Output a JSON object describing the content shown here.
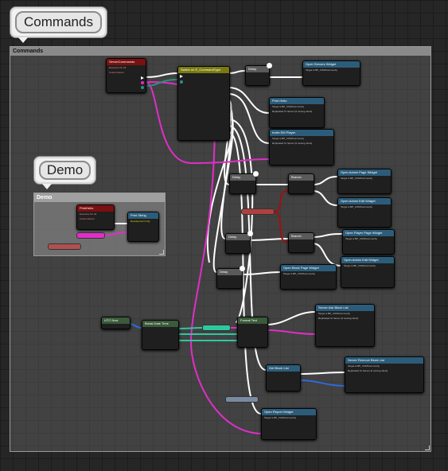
{
  "bubbles": {
    "commands": "Commands",
    "demo": "Demo"
  },
  "comments": {
    "commands": "Commands",
    "demo": "Demo"
  },
  "nodes": {
    "server_commands": "ServerCommands",
    "switch": "Switch on E_CommandType",
    "delay_top": "Delay",
    "open_servers": "Open Servers Widget",
    "print_hello": "Print Hello",
    "invite_player": "Invite EM Player",
    "delay2": "Delay",
    "branch1": "Branch",
    "admin_page": "Open Admin Page Widget",
    "admin_edit": "Open Admin Edit Widget",
    "delay3": "Delay",
    "branch2": "Branch",
    "player_page": "Open Player Page Widget",
    "admin_edit2": "Open Admin Edit Widget",
    "delay4": "Delay",
    "block_page": "Open Block Page Widget",
    "utc_now": "UTC Now",
    "break_date": "Break Date Time",
    "format_text": "Format Text",
    "send_ask_block": "Server Ask Block List",
    "get_block_list": "Get Block List",
    "server_remove_block": "Server Remove Block List",
    "open_report": "Open Report Widget",
    "demo_print": "PrintHello",
    "demo_print_string": "Print String"
  },
  "subs": {
    "server_exec": "Executes On All",
    "server_exec2": "Custom Event",
    "target_self": "Target is BP_COMCommunity",
    "replicated": "Replicated To Server (if owning client)",
    "demo_exec": "Executes On All",
    "demo_exec2": "Custom Event",
    "demo_dev": "Development Only"
  },
  "colors": {
    "exec": "#ffffff",
    "event": "#7a1010",
    "function": "#2c5c7a",
    "string_wire": "#e02ec8",
    "struct_wire": "#2ec8a0",
    "enum_wire": "#2e8f7a",
    "bool_wire": "#a01010",
    "blue_wire": "#2e6ad8"
  }
}
